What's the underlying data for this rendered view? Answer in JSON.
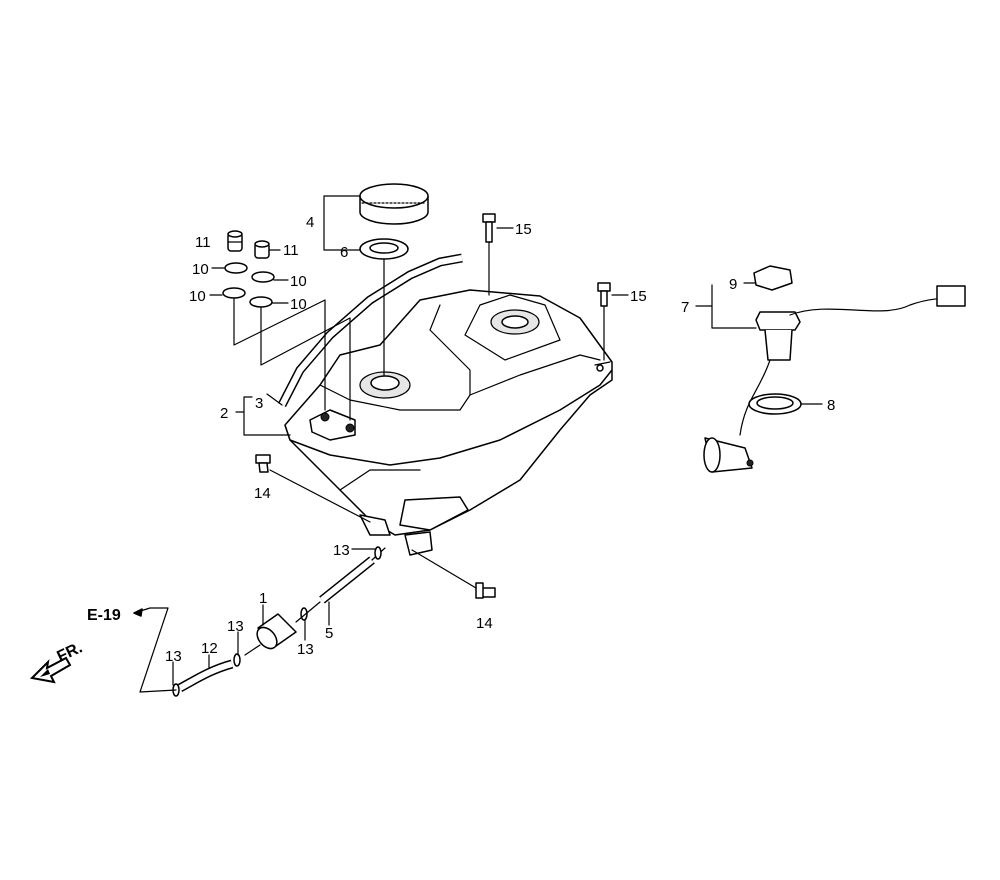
{
  "diagram": {
    "title": "Fuel tank parts diagram",
    "callouts": {
      "fuel_filter": "1",
      "fuel_tank": "2",
      "tube": "3",
      "fuel_cap": "4",
      "fuel_hose": "5",
      "cap_seal": "6",
      "fuel_unit": "7",
      "unit_gasket": "8",
      "set_plate": "9",
      "washer": "10",
      "collar": "11",
      "fuel_tube": "12",
      "clip": "13",
      "bolt_14": "14",
      "bolt_15": "15"
    },
    "reference": "E-19",
    "front_label": "FR."
  }
}
